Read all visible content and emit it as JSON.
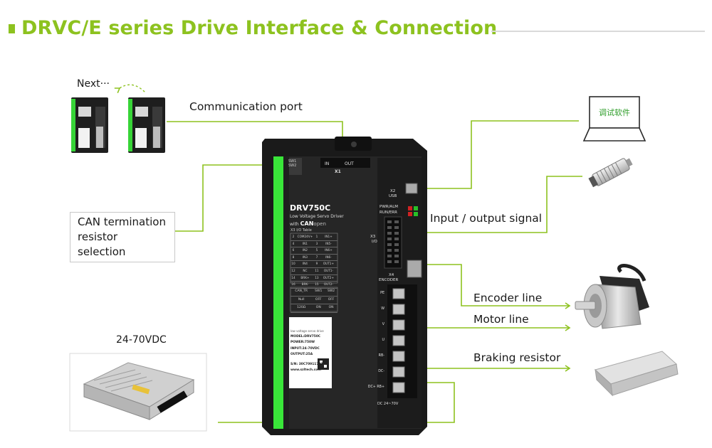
{
  "header": {
    "title": "DRVC/E series Drive Interface & Connection",
    "accent_color": "#8dc21f",
    "rule_color": "#d9d9d9"
  },
  "left": {
    "next_label": "Next···",
    "can_termination_label_line1": "CAN termination",
    "can_termination_label_line2": "resistor selection",
    "power_label": "24-70VDC"
  },
  "top": {
    "communication_port_label": "Communication port"
  },
  "right": {
    "laptop_screen_text": "调试软件",
    "io_signal_label": "Input / output signal",
    "encoder_label": "Encoder line",
    "motor_label": "Motor line",
    "braking_label": "Braking resistor"
  },
  "driver": {
    "model": "DRV750C",
    "subtitle": "Low Voltage Servo Driver",
    "with_text": "with",
    "can_word": "CAN",
    "open_word": "open",
    "table_title": "X3 I/O Table",
    "x1_label": "X1",
    "in_label": "IN",
    "out_label": "OUT",
    "x2_label": "X2",
    "usb_label": "USB",
    "pwr_label": "PWR/ALM",
    "run_label": "RUN/ERR",
    "x3_label": "X3",
    "io_label": "I/O",
    "x4_label": "X4",
    "encoder_label": "ENCODER",
    "dc_label": "DC 24~70V",
    "io_table": [
      [
        "2",
        "COM24V+",
        "1",
        "IN1+"
      ],
      [
        "4",
        "IN1",
        "3",
        "IN5-"
      ],
      [
        "6",
        "IN2",
        "5",
        "IN6+"
      ],
      [
        "8",
        "IN3",
        "7",
        "IN6-"
      ],
      [
        "10",
        "IN4",
        "9",
        "OUT1+"
      ],
      [
        "12",
        "NC",
        "11",
        "OUT1-"
      ],
      [
        "14",
        "BRK+",
        "13",
        "OUT2+"
      ],
      [
        "16",
        "BRK-",
        "15",
        "OUT2-"
      ]
    ],
    "can_table_header": [
      "CAN_TR",
      "SW1",
      "SW2"
    ],
    "can_table_rows": [
      [
        "Null",
        "OFF",
        "OFF"
      ],
      [
        "120Ω",
        "ON",
        "ON"
      ]
    ],
    "nameplate": {
      "brand": "low voltage servo drive",
      "model_line": "MODEL:DRV750C",
      "power_line": "POWER:750W",
      "input_line": "INPUT:24-70VDC",
      "output_line": "OUTPUT:25A",
      "serial_line": "S/N: 30C709117020I",
      "web_line": "www.szltech.com"
    },
    "terminal_labels": [
      "PE",
      "W",
      "V",
      "U",
      "RB-",
      "DC-",
      "DC+ RB+"
    ],
    "switch_label": "SW1 SW2"
  },
  "colors": {
    "wire": "#8dc21f",
    "driver_body": "#1c1c1c",
    "driver_face": "#2a2a2a",
    "led_green": "#39e639",
    "label_box_border": "#c8c8c8"
  }
}
